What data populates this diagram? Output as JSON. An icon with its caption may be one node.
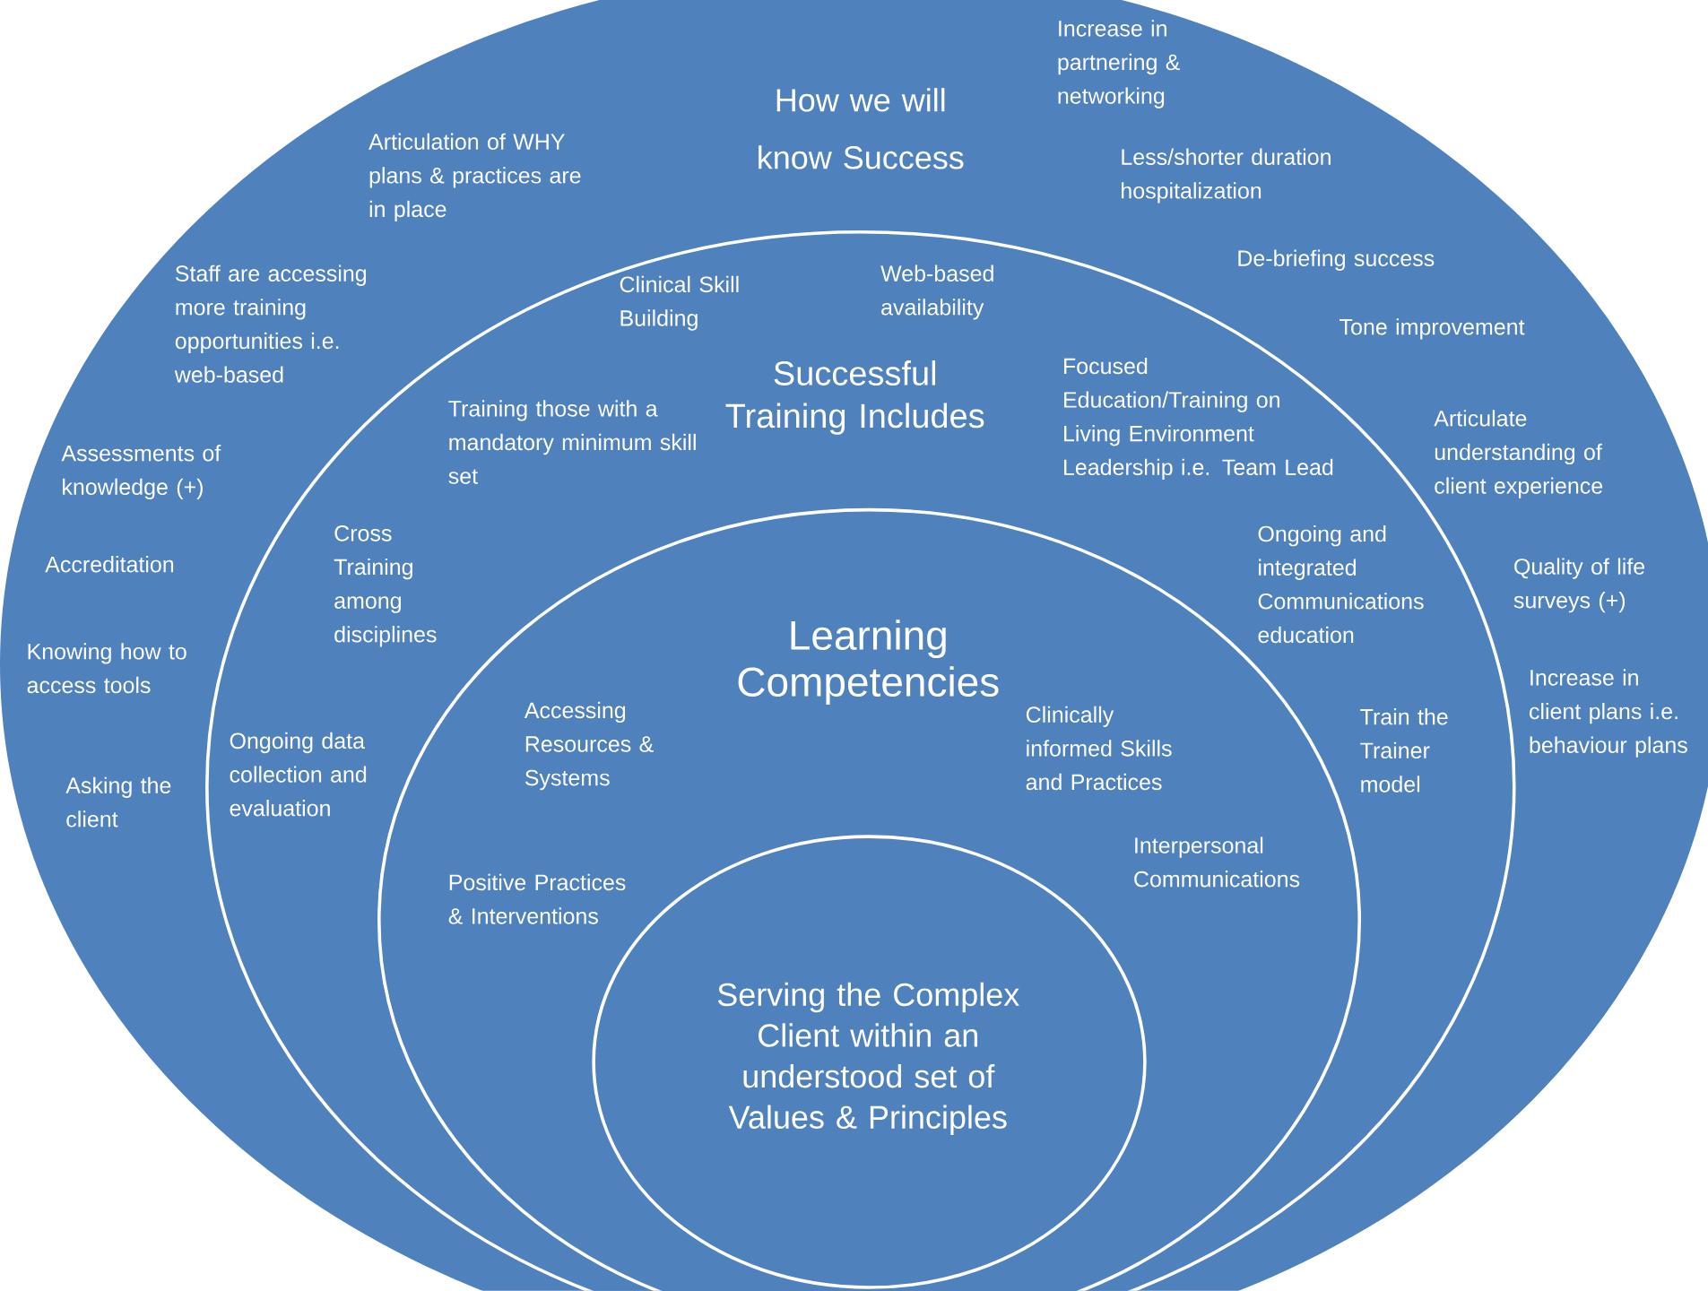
{
  "diagram": {
    "nodes": [
      {
        "text": [
          "How we will know Success",
          "Increase in partnering & networking",
          "Articulation of WHY plans & practices are in place",
          "Less/shorter duration hospitalization",
          "Staff are accessing more training opportunities i.e. web-based",
          "De-briefing success",
          "Tone improvement",
          "Assessments of knowledge (+)",
          "Articulate understanding of client experience",
          "Accreditation",
          "Quality of life surveys (+)",
          "Knowing how to access tools",
          "Increase in client plans i.e. behaviour plans",
          "Asking the client"
        ]
      },
      {
        "text": [
          "Successful Training Includes",
          "Clinical Skill Building",
          "Web-based availability",
          "Training those with a mandatory minimum skill set",
          "Focused Education/Training on Living Environment Leadership i.e. Team Lead",
          "Cross Training among disciplines",
          "Ongoing and integrated Communications education",
          "Train the Trainer model",
          "Ongoing data collection and evaluation"
        ],
        "in": 0
      },
      {
        "text": [
          "Learning Competencies",
          "Accessing Resources & Systems",
          "Clinically informed Skills and Practices",
          "Interpersonal Communications",
          "Positive Practices & Interventions"
        ],
        "in": 1
      },
      {
        "text": [
          "Serving the Complex Client within an understood set of Values & Principles"
        ],
        "in": 2
      }
    ]
  }
}
